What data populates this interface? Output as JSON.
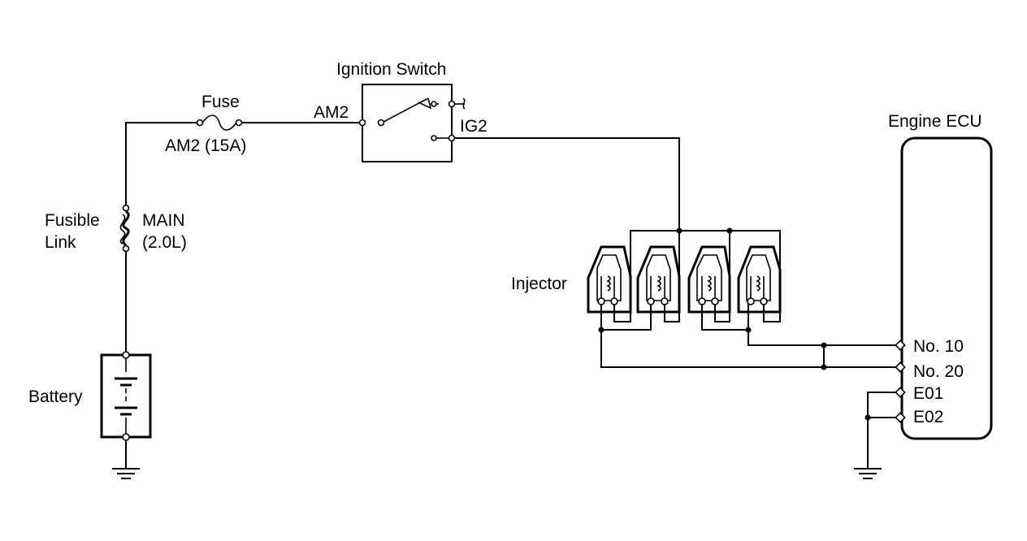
{
  "labels": {
    "ignition_switch": "Ignition Switch",
    "fuse": "Fuse",
    "fuse_rating": "AM2 (15A)",
    "am2_terminal": "AM2",
    "ig2_terminal": "IG2",
    "fusible_link_line1": "Fusible",
    "fusible_link_line2": "Link",
    "main_line1": "MAIN",
    "main_line2": "(2.0L)",
    "battery": "Battery",
    "injector": "Injector",
    "engine_ecu": "Engine ECU",
    "no10": "No. 10",
    "no20": "No. 20",
    "e01": "E01",
    "e02": "E02"
  },
  "injector_count": 4,
  "line_color": "#000000",
  "background": "#ffffff"
}
